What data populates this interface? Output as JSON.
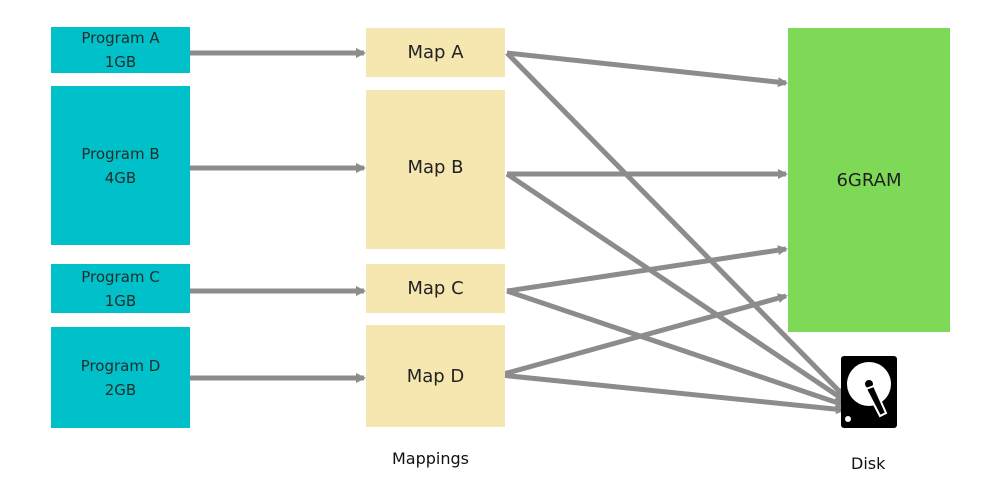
{
  "colors": {
    "program_fill": "#00c1c9",
    "map_fill": "#f6e7b1",
    "ram_fill": "#7ed957",
    "arrow": "#8c8c8c",
    "disk_icon": "#000000"
  },
  "programs": [
    {
      "name": "Program A",
      "size": "1GB"
    },
    {
      "name": "Program B",
      "size": "4GB"
    },
    {
      "name": "Program C",
      "size": "1GB"
    },
    {
      "name": "Program D",
      "size": "2GB"
    }
  ],
  "maps": [
    {
      "label": "Map A"
    },
    {
      "label": "Map B"
    },
    {
      "label": "Map C"
    },
    {
      "label": "Map D"
    }
  ],
  "ram": {
    "label": "6GRAM"
  },
  "disk": {
    "label": "Disk",
    "icon": "hard-disk-icon"
  },
  "captions": {
    "mappings": "Mappings"
  }
}
